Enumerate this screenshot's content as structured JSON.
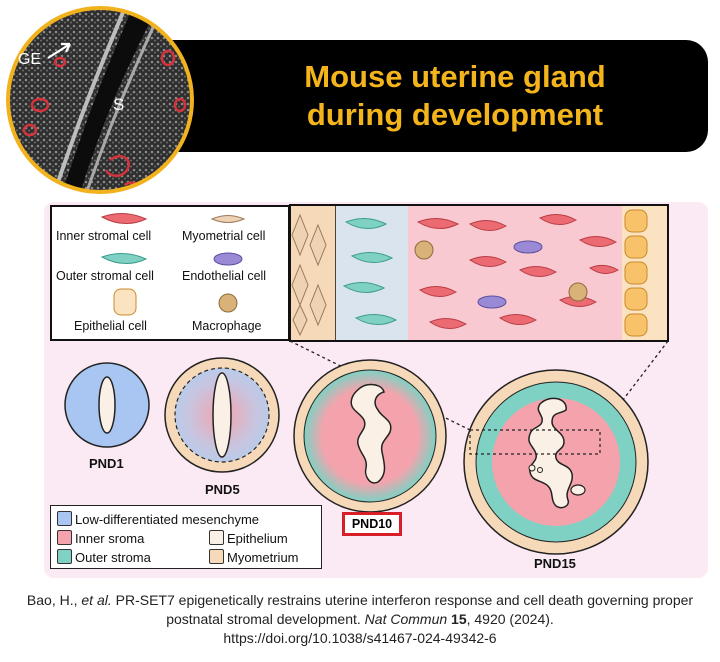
{
  "title": {
    "line1": "Mouse uterine gland",
    "line2": "during development"
  },
  "micrograph": {
    "label_ge": "GE",
    "label_s": "S"
  },
  "cell_legend": {
    "inner_stromal": "Inner stromal cell",
    "myometrial": "Myometrial cell",
    "outer_stromal": "Outer stromal cell",
    "endothelial": "Endothelial cell",
    "epithelial": "Epithelial cell",
    "macrophage": "Macrophage"
  },
  "stages": {
    "pnd1": "PND1",
    "pnd5": "PND5",
    "pnd10": "PND10",
    "pnd15": "PND15"
  },
  "region_legend": {
    "low_diff": "Low-differentiated mesenchyme",
    "inner_stroma": "Inner sroma",
    "epithelium": "Epithelium",
    "outer_stroma": "Outer stroma",
    "myometrium": "Myometrium"
  },
  "colors": {
    "title_text": "#f4b51c",
    "low_diff": "#a9c5f2",
    "inner_stroma": "#f4a3ac",
    "outer_stroma": "#7fd1c3",
    "epithelium": "#fbf0e6",
    "myometrium": "#f6d9b8",
    "highlight": "#d61f26"
  },
  "citation": {
    "authors": "Bao, H., ",
    "et_al": "et al.",
    "title": " PR-SET7 epigenetically restrains uterine interferon response and cell death governing proper postnatal stromal development. ",
    "journal": "Nat Commun",
    "space1": " ",
    "volume": "15",
    "pages": ", 4920 (2024).",
    "doi": "https://doi.org/10.1038/s41467-024-49342-6"
  }
}
